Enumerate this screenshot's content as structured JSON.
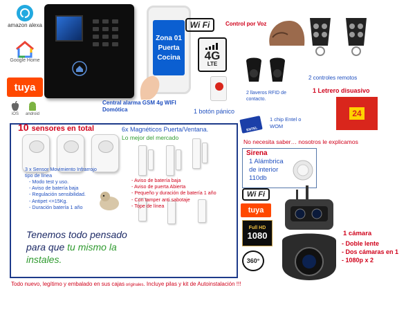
{
  "brand_badges": {
    "alexa_label": "amazon alexa",
    "google_home_label": "Google Home",
    "tuya_label": "tuya",
    "os_ios_label": "iOS",
    "os_android_label": "android"
  },
  "phone": {
    "line1": "Zona 01",
    "line2": "Puerta",
    "line3": "Cocina"
  },
  "wifi_label": "Wi Fi",
  "lte": {
    "big": "4G",
    "small": "LTE"
  },
  "voice_control": "Control por Voz",
  "remotes_label": "2 controles remotos",
  "rfid_label": "2 llaveros  RFID de contacto.",
  "central_label": "Central alarma GSM 4g WIFI Domótica",
  "panic_label": "1 botón pánico",
  "chip": {
    "card_text": "ENTEL",
    "label": "1 chip Entel o WOM"
  },
  "sign": {
    "label": "1 Letrero disuasivo",
    "number": "24"
  },
  "tagline": "No necesita saber… nosotros le explicamos",
  "sensors": {
    "count_big": "10",
    "count_rest": "sensores en total",
    "pir_title": "3 x  Sensor  Movimiento Infrarrojo tipo de línea",
    "pir_features": [
      "Modo test y uso.",
      "Aviso de batería baja",
      "Regulación sensibilidad.",
      "Antipet <=15Kg.",
      "Duración batería 1 año"
    ],
    "mag_title": "6x Magnéticos  Puerta/Ventana.",
    "mag_subtitle": "Lo mejor del mercado",
    "mag_features": [
      "Aviso de batería baja",
      "Aviso de puerta Abierta",
      "Pequeño y duración de batería 1 año",
      "Con tamper anti sabotaje",
      "Tope de línea"
    ]
  },
  "siren": {
    "title": "Sirena",
    "line1": "1 Alámbrica",
    "line2": "de interior",
    "line3": "110db"
  },
  "closing": {
    "line1": "Tenemos todo pensado",
    "line2a": "para que ",
    "line2b": "tu mismo la",
    "line3": "instales."
  },
  "camera": {
    "badge_wifi": "Wi Fi",
    "badge_tuya": "tuya",
    "badge_fullhd": "Full HD",
    "badge_1080": "1080",
    "badge_360": "360°",
    "title": "1 cámara",
    "features": [
      "Doble lente",
      "Dos cámaras en 1",
      "1080p x 2"
    ]
  },
  "footer": {
    "main": "Todo nuevo, legítimo  y embalado en sus cajas",
    "small": " originales",
    "rest": ".  Incluye pilas y kit de Autoinstalación !!!"
  },
  "colors": {
    "accent_red": "#d0021b",
    "accent_blue": "#1f4fbf",
    "accent_green": "#2e9a2e",
    "navy": "#1d3a8a"
  }
}
